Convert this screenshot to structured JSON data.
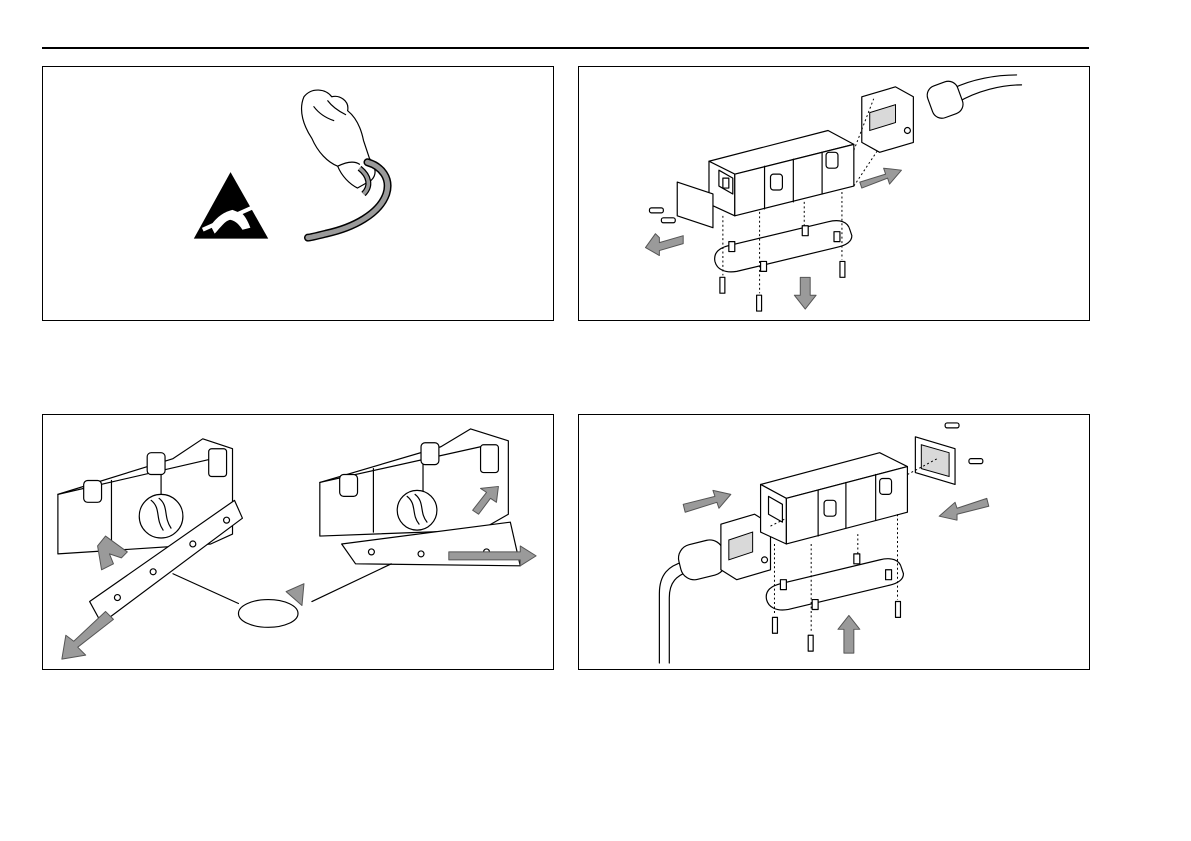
{
  "page": {
    "header_rule": true,
    "panels": [
      {
        "id": "esd-warning",
        "icons": [
          "esd-warning-icon",
          "wrist-strap-icon"
        ]
      },
      {
        "id": "disassembly",
        "icons": [
          "sensor-housing-icon",
          "cable-connector-icon",
          "arrow-icon"
        ]
      },
      {
        "id": "pcb-removal",
        "icons": [
          "pcb-board-icon",
          "rotate-icon",
          "arrow-icon"
        ]
      },
      {
        "id": "reassembly",
        "icons": [
          "sensor-housing-icon",
          "cable-connector-icon",
          "arrow-icon"
        ]
      }
    ]
  },
  "colors": {
    "line": "#000000",
    "arrow_fill": "#9a9a9a",
    "background": "#ffffff"
  }
}
